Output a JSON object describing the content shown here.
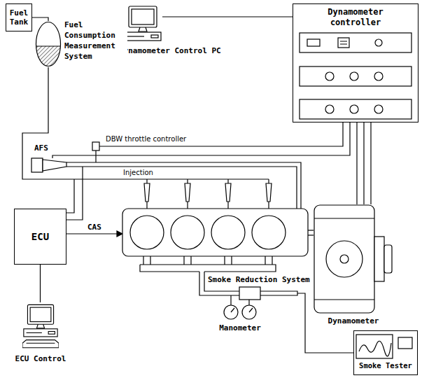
{
  "diagram": {
    "nodes": [
      {
        "text": [
          "Fuel Tank"
        ]
      },
      {
        "text": [
          "Dynamometer Control PC"
        ]
      },
      {
        "text": [
          "Dynamometer controller"
        ]
      },
      {
        "text": [
          "Fuel Consumption Measurement System"
        ]
      },
      {
        "text": [
          "ECU"
        ]
      },
      {
        "text": [
          "Dynamometer"
        ]
      },
      {
        "text": [
          "ECU Control"
        ]
      },
      {
        "text": [
          "Smoke Tester"
        ]
      }
    ],
    "edges": [
      {
        "from": 0,
        "to": 3,
        "arrow": "none"
      },
      {
        "from": 1,
        "to": 2,
        "arrow": "none"
      },
      {
        "from": 2,
        "to": 5,
        "arrow": "none"
      },
      {
        "from": 2,
        "to": 5,
        "arrow": "none"
      },
      {
        "from": 2,
        "to": 5,
        "arrow": "none"
      },
      {
        "from": 4,
        "to": 6,
        "arrow": "none"
      }
    ],
    "labels": [
      "DBW throttle controller",
      "AFS",
      "Injection",
      "CAS",
      "Smoke Reduction System",
      "Manometer"
    ]
  }
}
